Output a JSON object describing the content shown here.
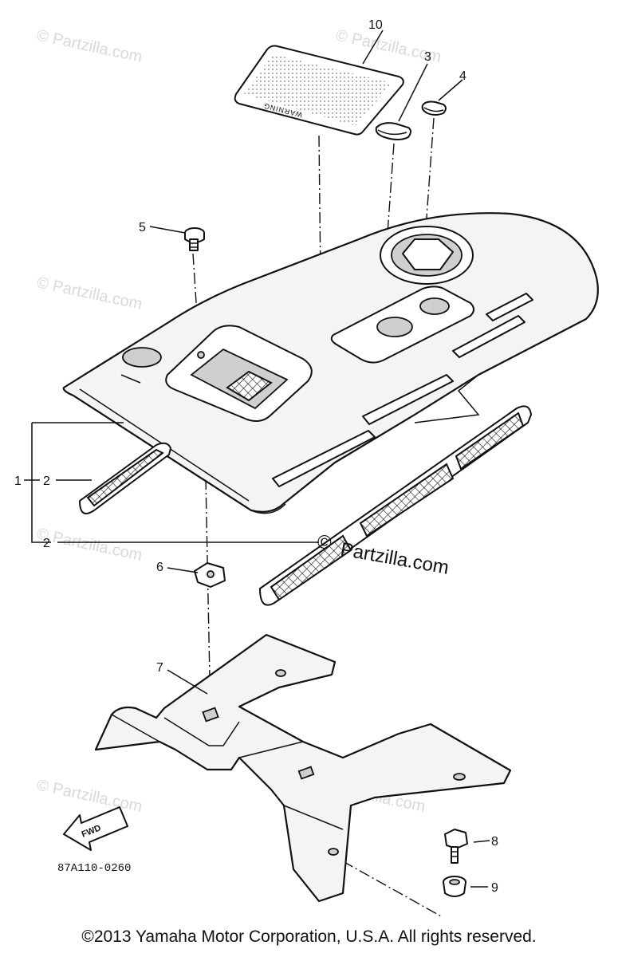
{
  "callouts": {
    "p1": "1",
    "p2a": "2",
    "p2b": "2",
    "p3": "3",
    "p4": "4",
    "p5": "5",
    "p6": "6",
    "p7": "7",
    "p8": "8",
    "p9": "9",
    "p10": "10"
  },
  "label_text": "WARNING",
  "fwd_label": "FWD",
  "diagram_code": "87A110-0260",
  "watermark": {
    "small": "© Partzilla.com",
    "main_symbol": "©",
    "main_text": "Partzilla.com"
  },
  "copyright": "©2013 Yamaha Motor Corporation, U.S.A. All rights reserved."
}
